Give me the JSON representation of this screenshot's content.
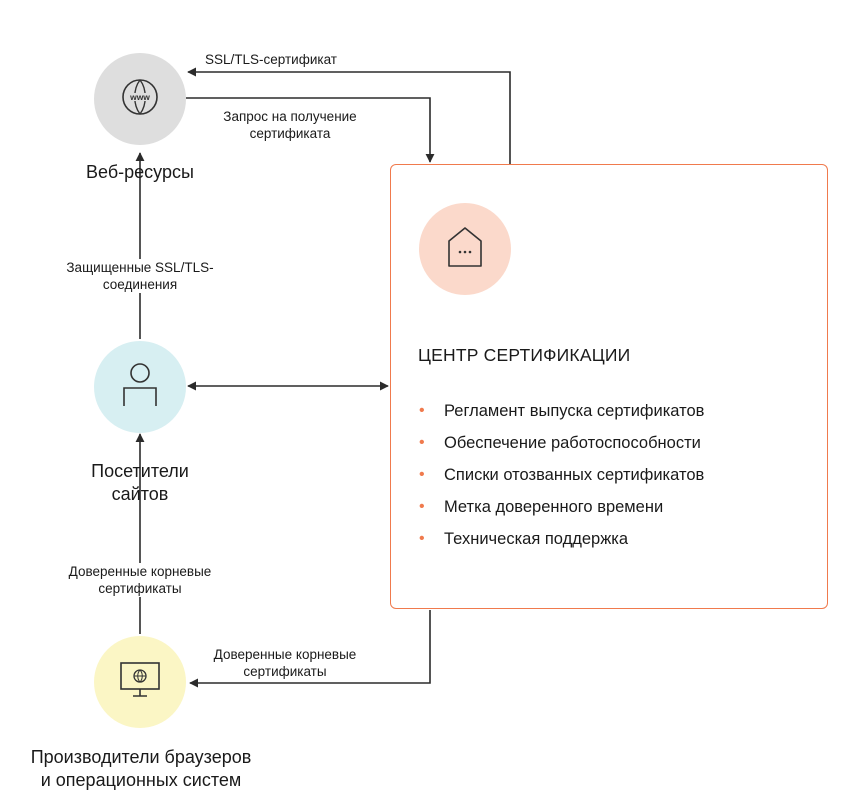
{
  "nodes": {
    "web": {
      "label": "Веб-ресурсы",
      "icon": "www-globe-icon",
      "color": "#dedede"
    },
    "visitors": {
      "label_line1": "Посетители",
      "label_line2": "сайтов",
      "icon": "person-icon",
      "color": "#d7eff2"
    },
    "vendors": {
      "label_line1": "Производители браузеров",
      "label_line2": "и операционных систем",
      "icon": "monitor-globe-icon",
      "color": "#fbf6c5"
    }
  },
  "edges": {
    "ssl_cert": "SSL/TLS-сертификат",
    "cert_request_line1": "Запрос на получение",
    "cert_request_line2": "сертификата",
    "secure_conn_line1": "Защищенные SSL/TLS-",
    "secure_conn_line2": "соединения",
    "trusted_root_left_line1": "Доверенные корневые",
    "trusted_root_left_line2": "сертификаты",
    "trusted_root_bottom_line1": "Доверенные корневые",
    "trusted_root_bottom_line2": "сертификаты"
  },
  "ca": {
    "title": "ЦЕНТР СЕРТИФИКАЦИИ",
    "icon": "house-icon",
    "accent": "#f07a4d",
    "items": [
      "Регламент выпуска сертификатов",
      "Обеспечение работоспособности",
      "Списки отозванных сертификатов",
      "Метка доверенного времени",
      "Техническая поддержка"
    ]
  }
}
